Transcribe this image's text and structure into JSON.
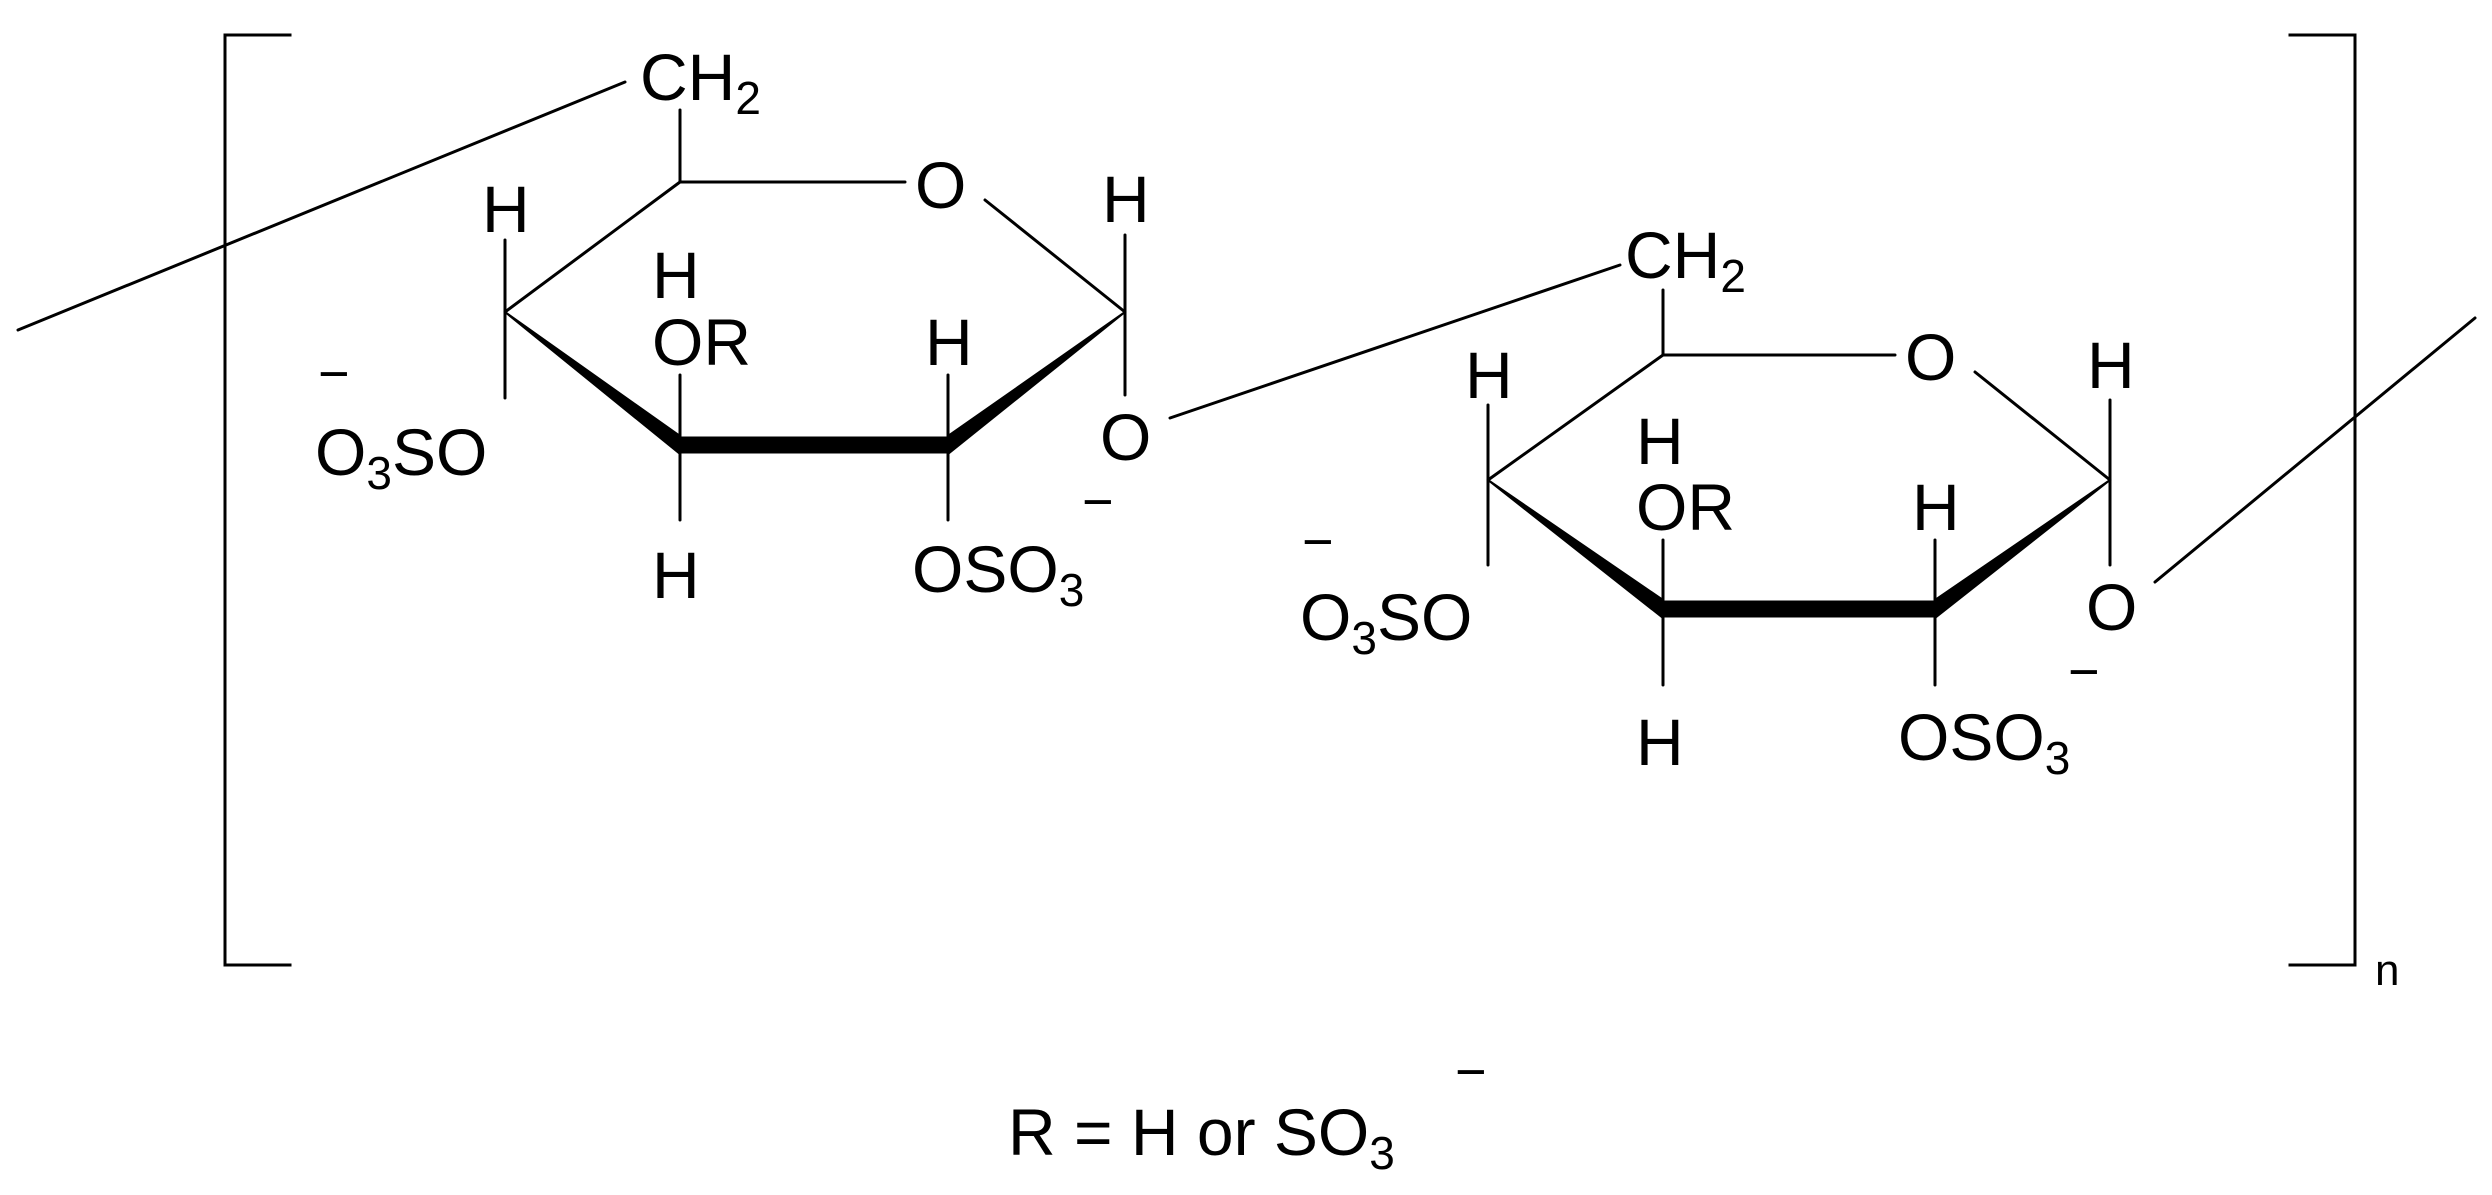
{
  "repeat_index": "n",
  "charge": "−",
  "unit1": {
    "ch2": {
      "letter": "CH",
      "sub": "2"
    },
    "ring_o": "O",
    "h_c1": "H",
    "h_c2": "H",
    "or_c3": {
      "h": "H",
      "or": "OR"
    },
    "h_c3_down": "H",
    "h_c4": "H",
    "o3so": {
      "o": "O",
      "sub": "3",
      "rest": "SO"
    },
    "oso3": {
      "main": "OSO",
      "sub": "3"
    },
    "linking_o": "O"
  },
  "unit2": {
    "ch2": {
      "letter": "CH",
      "sub": "2"
    },
    "ring_o": "O",
    "h_c1": "H",
    "h_c2": "H",
    "or_c3": {
      "h": "H",
      "or": "OR"
    },
    "h_c3_down": "H",
    "h_c4": "H",
    "o3so": {
      "o": "O",
      "sub": "3",
      "rest": "SO"
    },
    "oso3": {
      "main": "OSO",
      "sub": "3"
    },
    "linking_o": "O"
  },
  "legend": {
    "text": "R = H or SO",
    "sub": "3"
  }
}
